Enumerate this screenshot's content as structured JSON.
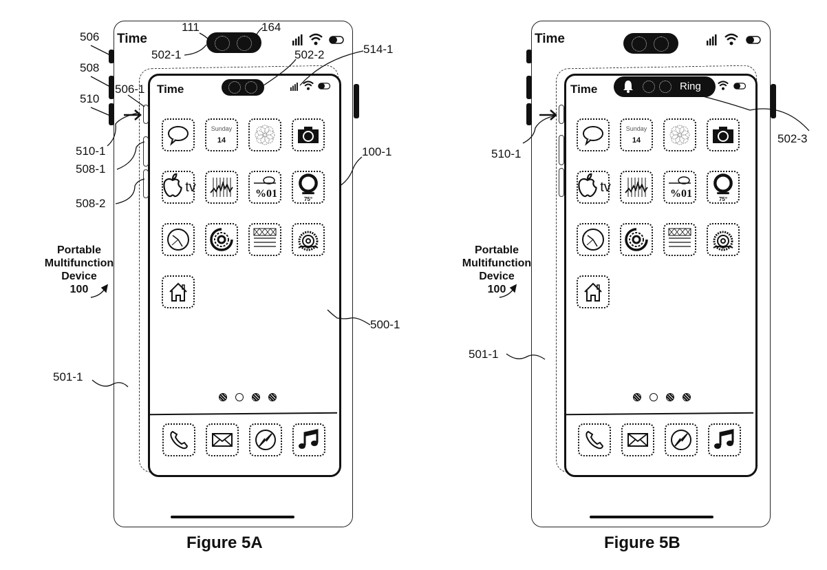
{
  "figures": [
    {
      "caption": "Figure 5A",
      "outer_status": {
        "time": "Time"
      },
      "inner_status": {
        "time": "Time"
      },
      "device_label": {
        "lines": [
          "Portable",
          "Multifunction",
          "Device",
          "100"
        ]
      },
      "reference_labels": {
        "r111": "111",
        "r164": "164",
        "r506": "506",
        "r508": "508",
        "r510": "510",
        "r502_1": "502-1",
        "r502_2": "502-2",
        "r514_1": "514-1",
        "r506_1": "506-1",
        "r510_1": "510-1",
        "r508_1": "508-1",
        "r508_2": "508-2",
        "r100_1": "100-1",
        "r500_1": "500-1",
        "r501_1": "501-1"
      },
      "calendar": {
        "day": "Sunday",
        "date": "14"
      },
      "weather": {
        "temp": "75°"
      },
      "tv_label": "tv",
      "page_dots": {
        "count": 4,
        "current": 2
      }
    },
    {
      "caption": "Figure 5B",
      "outer_status": {
        "time": "Time"
      },
      "inner_status": {
        "time": "Time"
      },
      "island_text": "Ring",
      "device_label": {
        "lines": [
          "Portable",
          "Multifunction",
          "Device",
          "100"
        ]
      },
      "reference_labels": {
        "r510_1": "510-1",
        "r502_3": "502-3",
        "r501_1": "501-1"
      },
      "calendar": {
        "day": "Sunday",
        "date": "14"
      },
      "weather": {
        "temp": "75°"
      },
      "tv_label": "tv",
      "page_dots": {
        "count": 4,
        "current": 2
      }
    }
  ],
  "apps": [
    "messages",
    "calendar",
    "photos",
    "camera",
    "apple-tv",
    "stocks",
    "wallet",
    "weather",
    "clock",
    "activity",
    "notes",
    "settings",
    "home"
  ],
  "dock_apps": [
    "phone",
    "mail",
    "safari",
    "music"
  ]
}
